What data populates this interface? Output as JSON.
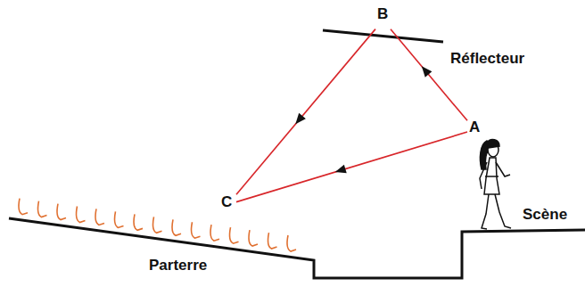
{
  "diagram": {
    "nodes": [
      {
        "text": [
          "B"
        ]
      },
      {
        "text": [
          "A"
        ]
      },
      {
        "text": [
          "C"
        ]
      }
    ],
    "edges": [
      {
        "from": 1,
        "to": 0,
        "arrow": "to"
      },
      {
        "from": 0,
        "to": 2,
        "arrow": "to"
      },
      {
        "from": 1,
        "to": 2,
        "arrow": "to"
      }
    ],
    "labels": [
      "Réflecteur",
      "Scène",
      "Parterre"
    ]
  }
}
